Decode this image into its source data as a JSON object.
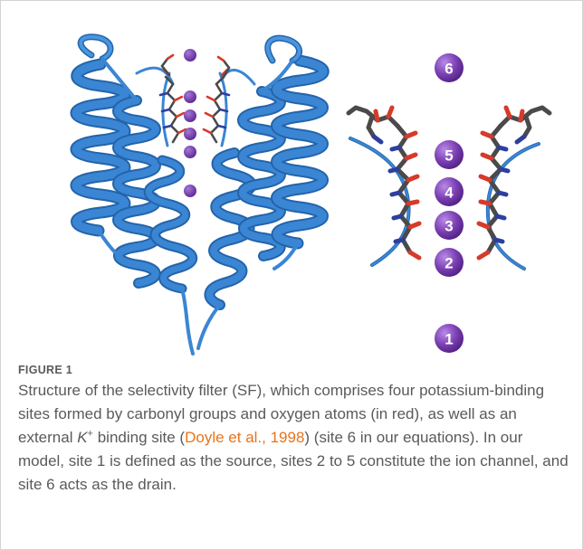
{
  "figure": {
    "label": "FIGURE 1",
    "caption_part1": "Structure of the selectivity filter (SF), which comprises four potassium-binding sites formed by carbonyl groups and oxygen atoms (in red), as well as an external ",
    "k_symbol": "K",
    "k_superscript": "+",
    "caption_part2": " binding site (",
    "citation": "Doyle et al., 1998",
    "caption_part3": ") (site 6 in our equations). In our model, site 1 is defined as the source, sites 2 to 5 constitute the ion channel, and site 6 acts as the drain.",
    "site_labels": [
      "6",
      "5",
      "4",
      "3",
      "2",
      "1"
    ],
    "colors": {
      "helix": "#3a86d4",
      "helix_dark": "#2364aa",
      "ion": "#7b3fb3",
      "carbon": "#4a4a4a",
      "oxygen": "#d63a2a",
      "nitrogen": "#2d3f9e",
      "caption_text": "#5a5a5a",
      "citation": "#e8731a"
    }
  }
}
